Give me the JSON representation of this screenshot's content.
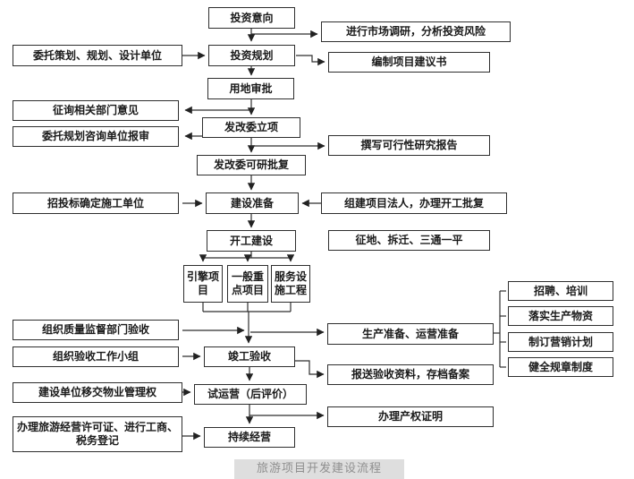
{
  "diagram": {
    "caption": "旅游项目开发建设流程",
    "nodes": {
      "invest_intent": "投资意向",
      "invest_plan": "投资规划",
      "land_approval": "用地审批",
      "ndrc_project": "发改委立项",
      "ndrc_feasibility": "发改委可研批复",
      "build_prep": "建设准备",
      "start_build": "开工建设",
      "engine_project": "引擎项目",
      "general_key_project": "一般重点项目",
      "service_facility": "服务设施工程",
      "completion_acceptance": "竣工验收",
      "trial_operation": "试运营（后评价）",
      "continuous_operation": "持续经营",
      "entrust_design": "委托策划、规划、设计单位",
      "consult_departments": "征询相关部门意见",
      "entrust_consult_review": "委托规划咨询单位报审",
      "bidding_contractor": "招投标确定施工单位",
      "quality_supervision": "组织质量监督部门验收",
      "acceptance_group": "组织验收工作小组",
      "handover_property_mgmt": "建设单位移交物业管理权",
      "tourism_license": "办理旅游经营许可证、进行工商、税务登记",
      "market_research": "进行市场调研，分析投资风险",
      "project_proposal": "编制项目建议书",
      "feasibility_report": "撰写可行性研究报告",
      "project_legal_person": "组建项目法人，办理开工批复",
      "land_acquisition": "征地、拆迁、三通一平",
      "production_prep": "生产准备、运营准备",
      "acceptance_archive": "报送验收资料，存档备案",
      "property_certificate": "办理产权证明",
      "recruit_training": "招聘、培训",
      "production_materials": "落实生产物资",
      "marketing_plan": "制订营销计划",
      "rules_regulations": "健全规章制度"
    }
  }
}
